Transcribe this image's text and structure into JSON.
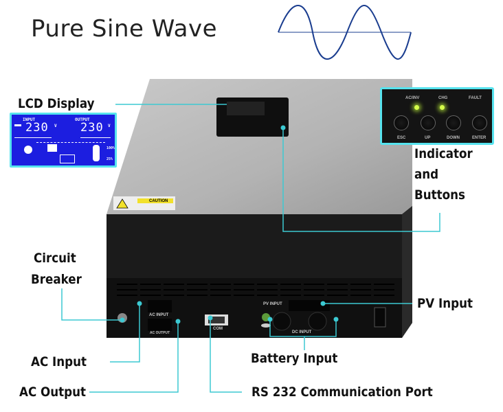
{
  "header": {
    "title": "Pure Sine Wave"
  },
  "labels": {
    "lcd_display": "LCD Display",
    "indicator_line1": "Indicator",
    "indicator_line2": "and",
    "indicator_line3": "Buttons",
    "circuit_line1": "Circuit",
    "circuit_line2": "Breaker",
    "pv_input": "PV Input",
    "ac_input": "AC Input",
    "ac_output": "AC Output",
    "battery_input": "Battery Input",
    "rs232": "RS 232 Communication Port"
  },
  "lcd": {
    "input_label": "INPUT",
    "output_label": "OUTPUT",
    "input_value": "230",
    "output_value": "230",
    "unit": "V",
    "pct_high": "100%",
    "pct_low": "25%"
  },
  "control_panel": {
    "indicators": [
      "AC/INV",
      "CHG",
      "FAULT"
    ],
    "buttons": [
      "ESC",
      "UP",
      "DOWN",
      "ENTER"
    ]
  },
  "device": {
    "caution": "CAUTION",
    "ac_input_port": "AC INPUT",
    "ac_output_port": "AC OUTPUT",
    "com_port": "COM",
    "pv_input_port": "PV INPUT",
    "dc_input_port": "DC INPUT"
  },
  "colors": {
    "leader": "#3cc9d2",
    "lcd_bg": "#1c1ee0",
    "sine": "#1a3d8f",
    "led": "#d6ff4a"
  }
}
